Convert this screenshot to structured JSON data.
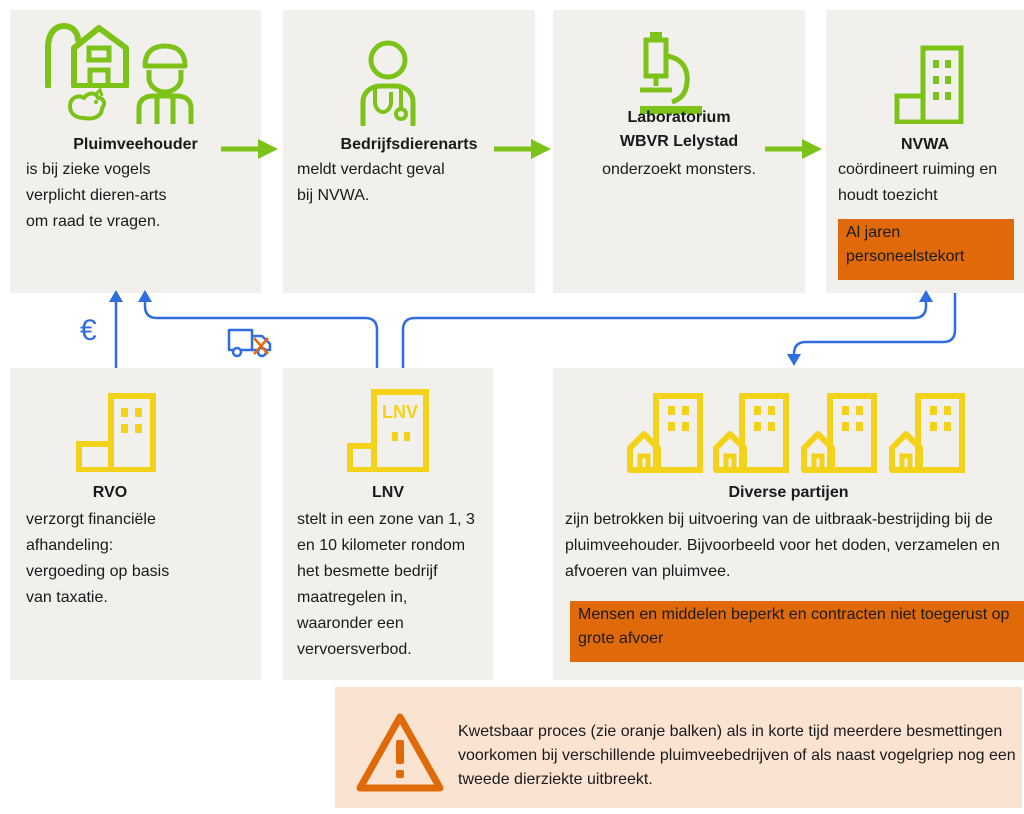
{
  "boxes": {
    "pluimveehouder": {
      "title": "Pluimveehouder",
      "desc": "is bij zieke vogels verplicht dieren-arts om raad te vragen."
    },
    "bedrijfsdierenarts": {
      "title": "Bedrijfsdierenarts",
      "desc": "meldt verdacht geval bij NVWA."
    },
    "laboratorium": {
      "title_line1": "Laboratorium",
      "title_line2": "WBVR Lelystad",
      "desc": "onderzoekt monsters."
    },
    "nvwa": {
      "title": "NVWA",
      "desc": "coördineert ruiming en houdt toezicht",
      "warning": "Al jaren personeelstekort"
    },
    "rvo": {
      "title": "RVO",
      "desc": "verzorgt financiële afhandeling: vergoeding op basis van taxatie."
    },
    "lnv": {
      "title": "LNV",
      "desc": "stelt in een zone van 1, 3 en 10 kilometer rondom het besmette bedrijf maatregelen in, waaronder een vervoersverbod.",
      "logo_text": "LNV"
    },
    "diverse": {
      "title": "Diverse partijen",
      "desc": "zijn betrokken bij uitvoering van de uitbraak-bestrijding bij de pluimveehouder. Bijvoorbeeld voor het doden, verzamelen en afvoeren van pluimvee.",
      "warning": "Mensen en middelen beperkt en contracten niet toegerust op grote afvoer"
    }
  },
  "labels": {
    "euro": "€"
  },
  "note": {
    "text": "Kwetsbaar proces (zie oranje balken) als in korte tijd meerdere besmettingen voorkomen bij verschillende pluimveebedrijven of als naast vogelgriep nog een tweede dierziekte uitbreekt."
  },
  "colors": {
    "green": "#7cc219",
    "yellow": "#f3d31a",
    "orange": "#e06a0a",
    "blue": "#2f6de0",
    "box": "#f2f0ec",
    "note_bg": "#fbe3d2"
  },
  "icons": [
    "barn-icon",
    "farmer-icon",
    "chicken-icon",
    "veterinarian-icon",
    "microscope-icon",
    "building-icon",
    "truck-crossed-icon",
    "euro-icon",
    "warning-triangle-icon"
  ]
}
